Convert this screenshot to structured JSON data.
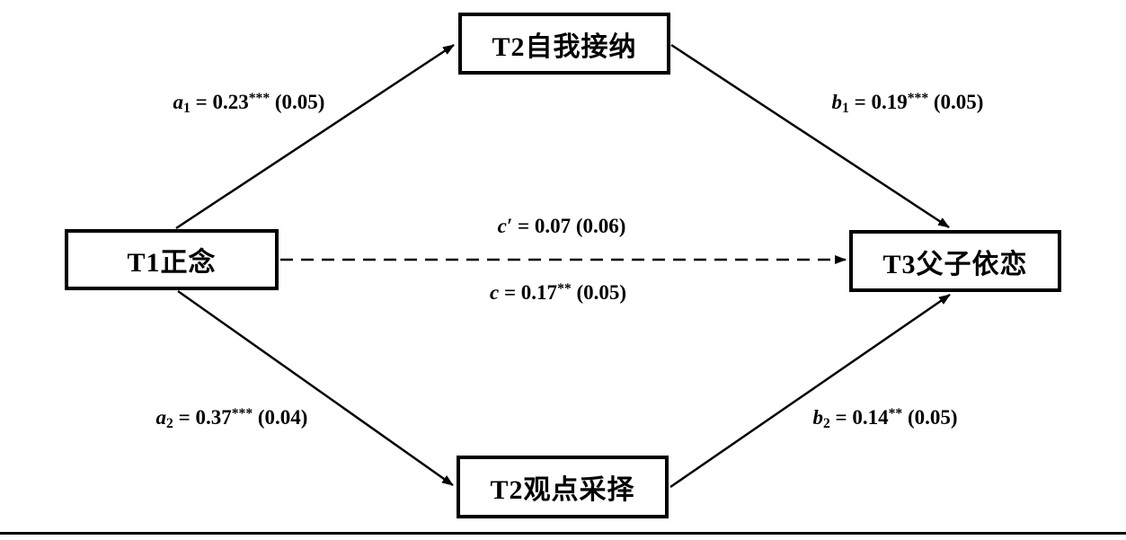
{
  "diagram": {
    "type": "mediation-path-model",
    "background_color": "#ffffff",
    "line_color": "#000000",
    "nodes": {
      "predictor": {
        "label": "T1正念"
      },
      "mediator_top": {
        "label": "T2自我接纳"
      },
      "mediator_bottom": {
        "label": "T2观点采择"
      },
      "outcome": {
        "label": "T3父子依恋"
      }
    },
    "paths": {
      "a1": {
        "var": "a",
        "sub": "1",
        "eq": " = 0.23",
        "stars": "***",
        "se": " (0.05)",
        "style": "solid"
      },
      "b1": {
        "var": "b",
        "sub": "1",
        "eq": " = 0.19",
        "stars": "***",
        "se": " (0.05)",
        "style": "solid"
      },
      "a2": {
        "var": "a",
        "sub": "2",
        "eq": " = 0.37",
        "stars": "***",
        "se": " (0.04)",
        "style": "solid"
      },
      "b2": {
        "var": "b",
        "sub": "2",
        "eq": " = 0.14",
        "stars": "**",
        "se": " (0.05)",
        "style": "solid"
      },
      "c_prime": {
        "var": "c′",
        "sub": "",
        "eq": " = 0.07",
        "stars": "",
        "se": " (0.06)",
        "style": "dashed"
      },
      "c": {
        "var": "c",
        "sub": "",
        "eq": " = 0.17",
        "stars": "**",
        "se": " (0.05)",
        "style": "label-only"
      }
    }
  }
}
